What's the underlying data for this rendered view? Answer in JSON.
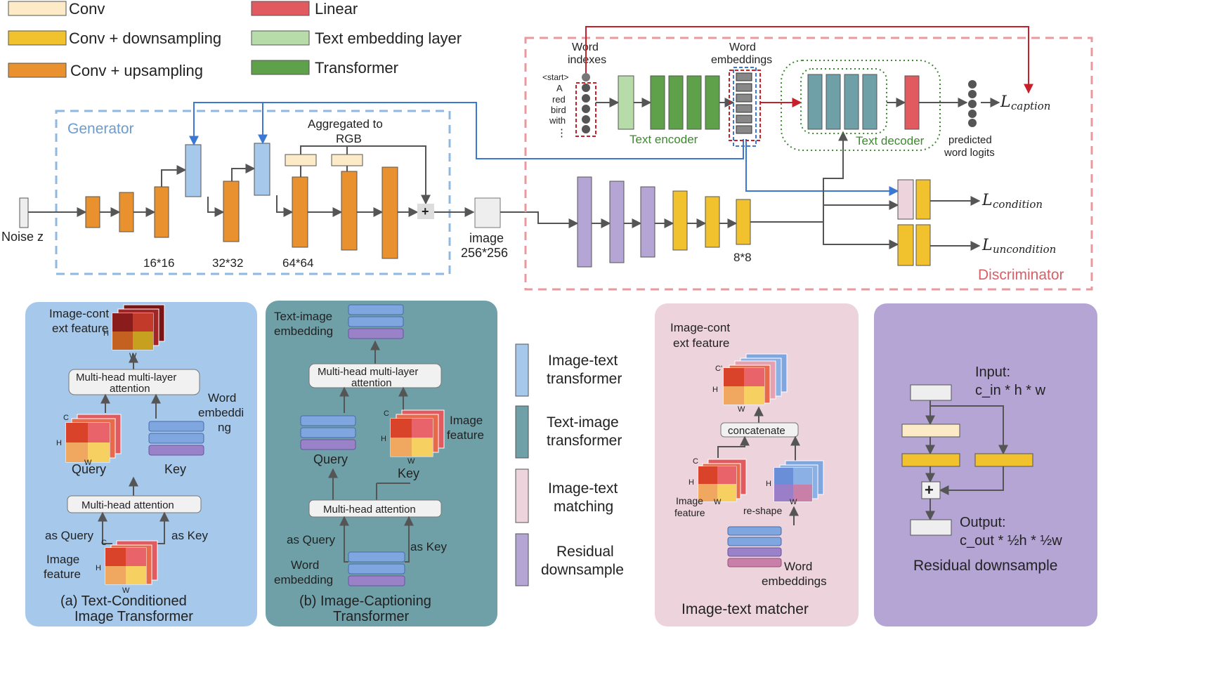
{
  "legend": {
    "conv": "Conv",
    "conv_down": "Conv + downsampling",
    "conv_up": "Conv + upsampling",
    "linear": "Linear",
    "text_emb": "Text embedding layer",
    "transformer": "Transformer"
  },
  "generator": {
    "title": "Generator",
    "noise": "Noise z",
    "res16": "16*16",
    "res32": "32*32",
    "res64": "64*64",
    "aggregated_1": "Aggregated to",
    "aggregated_2": "RGB",
    "plus": "+"
  },
  "image": {
    "line1": "image",
    "line2": "256*256"
  },
  "discriminator": {
    "title": "Discriminator",
    "word_indexes_1": "Word",
    "word_indexes_2": "indexes",
    "word_emb_1": "Word",
    "word_emb_2": "embeddings",
    "tokens": [
      "<start>",
      "A",
      "red",
      "bird",
      "with",
      "⋮"
    ],
    "text_encoder": "Text encoder",
    "text_decoder": "Text decoder",
    "predicted_1": "predicted",
    "predicted_2": "word logits",
    "res8": "8*8",
    "loss_caption_main": "L",
    "loss_caption_sub": "caption",
    "loss_condition_main": "L",
    "loss_condition_sub": "condition",
    "loss_uncondition_main": "L",
    "loss_uncondition_sub": "uncondition"
  },
  "panel_a": {
    "feature_1": "Image-cont",
    "feature_2": "ext feature",
    "mhmla_1": "Multi-head multi-layer",
    "mhmla_2": "attention",
    "word_1": "Word",
    "word_2": "embeddi",
    "word_3": "ng",
    "query": "Query",
    "key": "Key",
    "mha": "Multi-head attention",
    "as_query": "as Query",
    "as_key": "as Key",
    "img_feat_1": "Image",
    "img_feat_2": "feature",
    "caption_1": "(a) Text-Conditioned",
    "caption_2": "Image Transformer",
    "h": "H",
    "w": "W",
    "c": "C"
  },
  "panel_b": {
    "tie_1": "Text-image",
    "tie_2": "embedding",
    "mhmla_1": "Multi-head multi-layer",
    "mhmla_2": "attention",
    "query": "Query",
    "key": "Key",
    "img_feat_1": "Image",
    "img_feat_2": "feature",
    "mha": "Multi-head attention",
    "as_query": "as Query",
    "as_key": "as Key",
    "word_1": "Word",
    "word_2": "embedding",
    "caption_1": "(b) Image-Captioning",
    "caption_2": "Transformer",
    "h": "H",
    "w": "W",
    "c": "C"
  },
  "legend2": {
    "itt_1": "Image-text",
    "itt_2": "transformer",
    "tit_1": "Text-image",
    "tit_2": "transformer",
    "itm_1": "Image-text",
    "itm_2": "matching",
    "rd_1": "Residual",
    "rd_2": "downsample"
  },
  "matcher": {
    "feature_1": "Image-cont",
    "feature_2": "ext feature",
    "concatenate": "concatenate",
    "img_feat_1": "Image",
    "img_feat_2": "feature",
    "reshape": "re-shape",
    "word_1": "Word",
    "word_2": "embeddings",
    "title": "Image-text matcher",
    "h": "H",
    "w": "W",
    "c": "C",
    "cp": "C'"
  },
  "resdown": {
    "input_1": "Input:",
    "input_2": "c_in * h * w",
    "output_1": "Output:",
    "output_2": "c_out * ½h * ½w",
    "title": "Residual downsample",
    "plus": "+"
  },
  "colors": {
    "conv": "#fdebc8",
    "conv_down": "#f2c12e",
    "conv_up": "#e8912e",
    "linear": "#e05a5f",
    "text_emb": "#b7dcaa",
    "transformer": "#5fa04b",
    "itt": "#a6c8ea",
    "tit": "#6fa0a8",
    "itm": "#ecd3dc",
    "rd": "#b4a5d4",
    "blue_arrow": "#3a78d4",
    "red_arrow": "#c8202a"
  }
}
